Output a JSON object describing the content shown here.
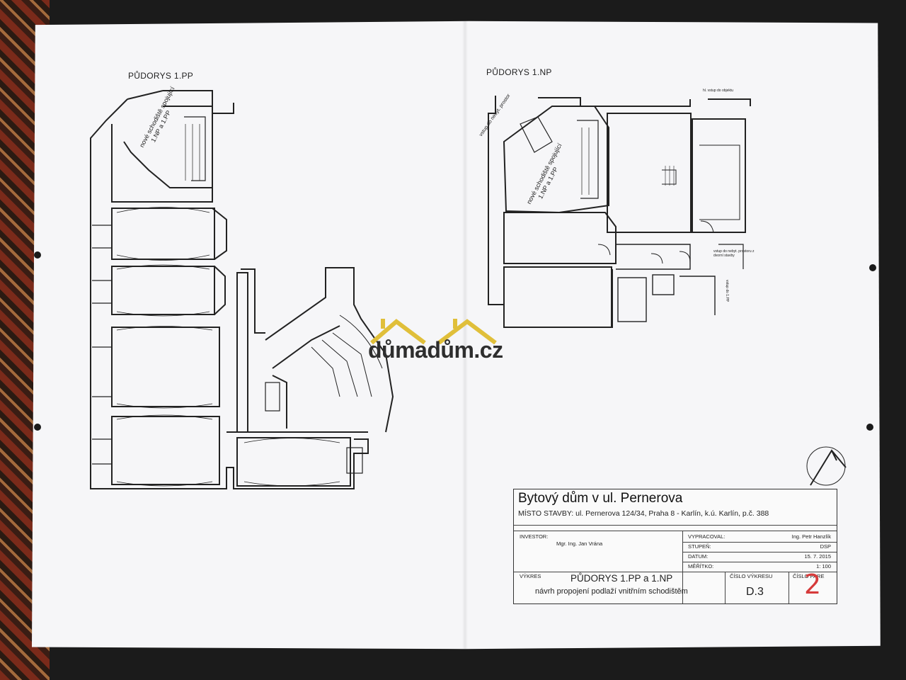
{
  "plans": {
    "left_label": "PŮDORYS 1.PP",
    "right_label": "PŮDORYS 1.NP",
    "left_stair_note_1": "nové schodiště spojující",
    "left_stair_note_2": "1.NP a 1.PP",
    "right_stair_note_1": "nové schodiště spojující",
    "right_stair_note_2": "1.NP a 1.PP",
    "entry_note": "vstup do nebyt. prostor",
    "entry_note_2": "hl. vstup do objektu",
    "entry_note_3": "vstup do nebyt. prostoru z dvorní stavby",
    "entry_note_4": "vstup do 1.PP"
  },
  "watermark": {
    "brand": "důmadům",
    "tld": ".cz"
  },
  "title_block": {
    "title": "Bytový dům v ul. Pernerova",
    "place_label": "MÍSTO STAVBY:",
    "place_value": "ul. Pernerova 124/34, Praha 8 - Karlín, k.ú. Karlín, p.č. 388",
    "investor_label": "INVESTOR:",
    "investor_value": "Mgr. Ing. Jan Vrána",
    "prepared_label": "VYPRACOVAL:",
    "prepared_value": "Ing. Petr Hanzlík",
    "stage_label": "STUPEŇ:",
    "stage_value": "DSP",
    "date_label": "DATUM:",
    "date_value": "15. 7. 2015",
    "scale_label": "MĚŘÍTKO:",
    "scale_value": "1: 100",
    "drawing_label": "VÝKRES",
    "drawing_title": "PŮDORYS 1.PP a 1.NP",
    "drawing_subtitle": "návrh propojení podlaží vnitřním schodištěm",
    "drawing_no_label": "ČÍSLO VÝKRESU",
    "drawing_no_value": "D.3",
    "copy_no_label": "ČÍSLO PARE",
    "copy_no_value": "2"
  }
}
